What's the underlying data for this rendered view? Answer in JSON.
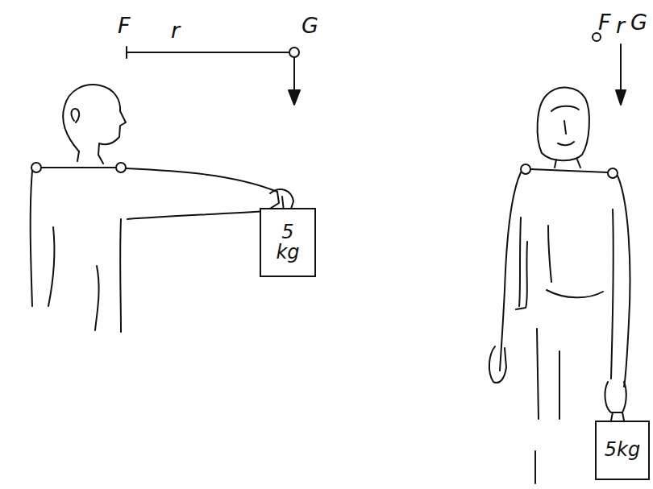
{
  "diagram": {
    "nodes": [
      {
        "text": [
          "5 kg"
        ]
      },
      {
        "text": [
          "5kg"
        ]
      }
    ],
    "labels": [
      "F",
      "r",
      "G",
      "F",
      "r",
      "G"
    ]
  }
}
